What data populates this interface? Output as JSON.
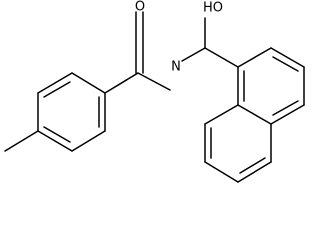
{
  "molecule": {
    "atoms": {
      "oxygen_carbonyl": "O",
      "nitrogen_amide": "N",
      "hydroxyl_oxygen": "HO"
    }
  }
}
